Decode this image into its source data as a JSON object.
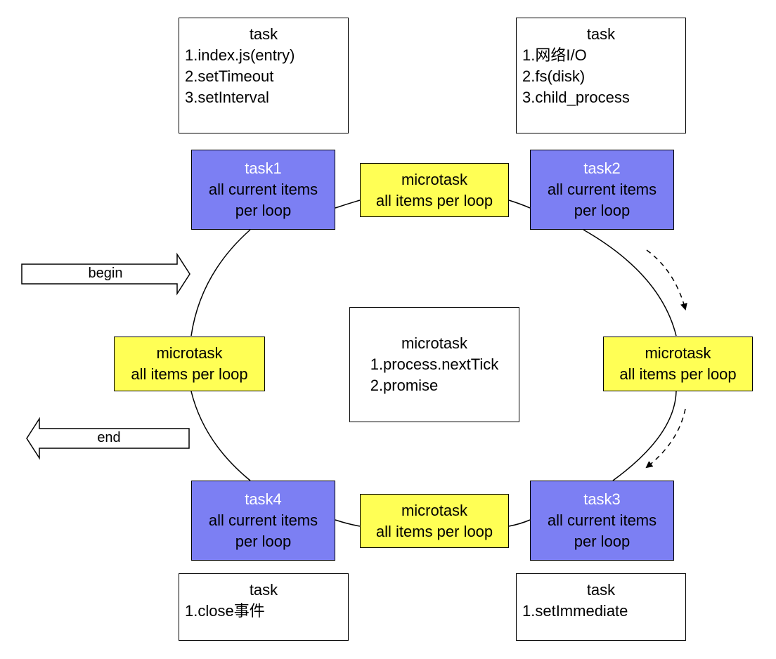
{
  "notes": {
    "top_left": {
      "title": "task",
      "lines": [
        "1.index.js(entry)",
        "2.setTimeout",
        "3.setInterval"
      ]
    },
    "top_right": {
      "title": "task",
      "lines": [
        "1.网络I/O",
        "2.fs(disk)",
        "3.child_process"
      ]
    },
    "bottom_left": {
      "title": "task",
      "lines": [
        "1.close事件"
      ]
    },
    "bottom_right": {
      "title": "task",
      "lines": [
        "1.setImmediate"
      ]
    },
    "center": {
      "title": "microtask",
      "lines": [
        "1.process.nextTick",
        "2.promise"
      ]
    }
  },
  "tasks": [
    {
      "name": "task1",
      "desc1": "all current items",
      "desc2": "per loop"
    },
    {
      "name": "task2",
      "desc1": "all current items",
      "desc2": "per loop"
    },
    {
      "name": "task3",
      "desc1": "all current items",
      "desc2": "per loop"
    },
    {
      "name": "task4",
      "desc1": "all current items",
      "desc2": "per loop"
    }
  ],
  "microtasks": {
    "top": {
      "line1": "microtask",
      "line2": "all items per loop"
    },
    "right": {
      "line1": "microtask",
      "line2": "all items per loop"
    },
    "bottom": {
      "line1": "microtask",
      "line2": "all items per loop"
    },
    "left": {
      "line1": "microtask",
      "line2": "all items per loop"
    }
  },
  "arrows": {
    "begin": "begin",
    "end": "end"
  },
  "colors": {
    "task_fill": "#7c7ff3",
    "task_name_text": "#ffffff",
    "microtask_fill": "#ffff55",
    "note_fill": "#ffffff"
  }
}
